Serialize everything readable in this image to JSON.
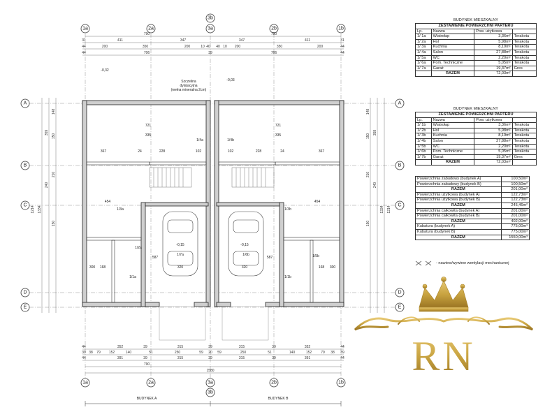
{
  "axes": {
    "columns": [
      "1a",
      "2a",
      "3a",
      "2b",
      "1b"
    ],
    "column_top_extra": "3b",
    "rows": [
      "A",
      "B",
      "C",
      "D",
      "E"
    ]
  },
  "dims": {
    "top_total_a": "790",
    "top_total_b": "790",
    "top_row1": [
      "31",
      "411",
      "347",
      "347",
      "411",
      "31"
    ],
    "top_row2": [
      "44",
      "200",
      "350",
      "200",
      "10",
      "40",
      "40",
      "10",
      "200",
      "350",
      "200",
      "44"
    ],
    "top_row3": [
      "44",
      "706",
      "39",
      "706",
      "44"
    ],
    "bottom_row1": [
      "44",
      "352",
      "39",
      "315",
      "39",
      "315",
      "39",
      "352",
      "44"
    ],
    "bottom_row2": [
      "39",
      "38",
      "79",
      "152",
      "140",
      "51",
      "250",
      "59",
      "20",
      "59",
      "250",
      "51",
      "140",
      "152",
      "79",
      "38",
      "39"
    ],
    "bottom_row3": [
      "44",
      "391",
      "39",
      "315",
      "39",
      "315",
      "39",
      "391",
      "44"
    ],
    "bottom_total": "790",
    "bottom_full": "1580",
    "left_vert": [
      "148",
      "150",
      "359",
      "210",
      "240",
      "150",
      "1334",
      "1214"
    ],
    "right_vert": [
      "148",
      "150",
      "359",
      "210",
      "240",
      "150",
      "1334",
      "1214"
    ]
  },
  "plan_labels": {
    "note_line1": "Szczelina",
    "note_line2": "dylatacyjna",
    "note_line3": "(wełna mineralna 2cm)",
    "level": "-0,15",
    "level2": "-0,03",
    "level3": "-0,32",
    "garage_a": "1/7a",
    "garage_b": "1/6b",
    "room_1_4a": "1/4a",
    "room_1_4b": "1/4b",
    "room_1_3a": "1/3a",
    "room_1_3b": "1/3b",
    "room_1_2a": "1/2a",
    "room_1_5b": "1/5b",
    "room_1_1a": "1/1a",
    "room_1_1b": "1/1b",
    "dim_721": "721",
    "dim_335": "335",
    "dim_367": "367",
    "dim_228": "228",
    "dim_102": "102",
    "dim_24": "24",
    "dim_454": "454",
    "dim_320": "320",
    "dim_587": "587",
    "dim_168": "168",
    "dim_300": "300",
    "building_a": "BUDYNEK A",
    "building_b": "BUDYNEK B"
  },
  "table_a": {
    "title": "BUDYNEK MIESZKALNY",
    "subtitle": "ZESTAWIENIE POWIERZCHNI PARTERU",
    "headers": [
      "Lp.",
      "Nazwa",
      "Pow. użytkowa",
      ""
    ],
    "rows": [
      [
        "1/ 1a",
        "Wiatrołap",
        "3,36m²",
        "Terakota"
      ],
      [
        "1/ 2a",
        "Hol",
        "5,98m²",
        "Terakota"
      ],
      [
        "1/ 3a",
        "Kuchnia",
        "8,19m²",
        "Terakota"
      ],
      [
        "1/ 4a",
        "Salon",
        "27,88m²",
        "Terakota"
      ],
      [
        "1/ 5a",
        "WC",
        "2,20m²",
        "Terakota"
      ],
      [
        "1/ 6a",
        "Pom. Techniczne",
        "5,05m²",
        "Terakota"
      ],
      [
        "1/ 7a",
        "Garaż",
        "19,37m²",
        "Gres"
      ]
    ],
    "total_label": "RAZEM",
    "total_value": "72,03m²"
  },
  "table_b": {
    "title": "BUDYNEK MIESZKALNY",
    "subtitle": "ZESTAWIENIE POWIERZCHNI PARTERU",
    "headers": [
      "Lp.",
      "Nazwa",
      "Pow. użytkowa",
      ""
    ],
    "rows": [
      [
        "1/ 1b",
        "Wiatrołap",
        "3,36m²",
        "Terakota"
      ],
      [
        "1/ 2b",
        "Hol",
        "5,98m²",
        "Terakota"
      ],
      [
        "1/ 3b",
        "Kuchnia",
        "8,19m²",
        "Terakota"
      ],
      [
        "1/ 4b",
        "Salon",
        "27,88m²",
        "Terakota"
      ],
      [
        "1/ 5b",
        "WC",
        "2,20m²",
        "Terakota"
      ],
      [
        "1/ 6b",
        "Pom. Techniczne",
        "5,05m²",
        "Terakota"
      ],
      [
        "1/ 7b",
        "Garaż",
        "19,37m²",
        "Gres"
      ]
    ],
    "total_label": "RAZEM",
    "total_value": "72,03m²"
  },
  "table_summary": {
    "rows": [
      [
        "Powierzchnia zabudowy (budynek A)",
        "100,50m²"
      ],
      [
        "Powierzchnia zabudowy (budynek B)",
        "100,50m²"
      ],
      [
        "RAZEM",
        "201,00m²"
      ],
      [
        "Powierzchnia użytkowa (budynek A)",
        "122,73m²"
      ],
      [
        "Powierzchnia użytkowa (budynek B)",
        "122,73m²"
      ],
      [
        "RAZEM",
        "245,46m²"
      ],
      [
        "Powierzchnia całkowita (budynek A)",
        "201,00m²"
      ],
      [
        "Powierzchnia całkowita (budynek B)",
        "201,00m²"
      ],
      [
        "RAZEM",
        "402,00m²"
      ],
      [
        "Kubatura (budynek A)",
        "775,00m³"
      ],
      [
        "Kubatura (budynek B)",
        "775,00m³"
      ],
      [
        "RAZEM",
        "1550,00m³"
      ]
    ]
  },
  "legend": {
    "text": "- nawiew/wywiew wentylacji mechanicznej"
  },
  "logo": {
    "text": "RN",
    "gold": "#c9a441",
    "gold_dark": "#a8832a"
  }
}
